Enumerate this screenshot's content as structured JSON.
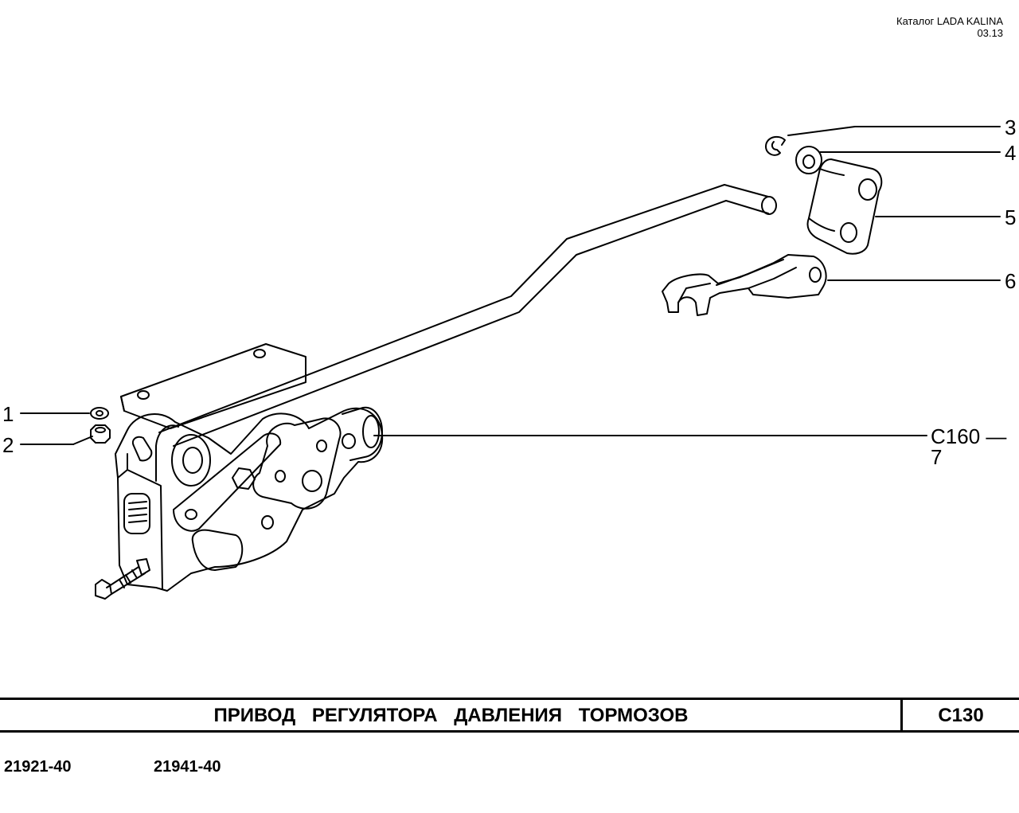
{
  "header": {
    "catalog": "Каталог LADA KALINA",
    "date": "03.13"
  },
  "callouts": {
    "c1": "1",
    "c2": "2",
    "c3": "3",
    "c4": "4",
    "c5": "5",
    "c6": "6",
    "c7": "C160 — 7"
  },
  "title_block": {
    "title": "ПРИВОД РЕГУЛЯТОРА ДАВЛЕНИЯ ТОРМОЗОВ",
    "sheet": "C130"
  },
  "models": [
    "21921-40",
    "21941-40"
  ]
}
